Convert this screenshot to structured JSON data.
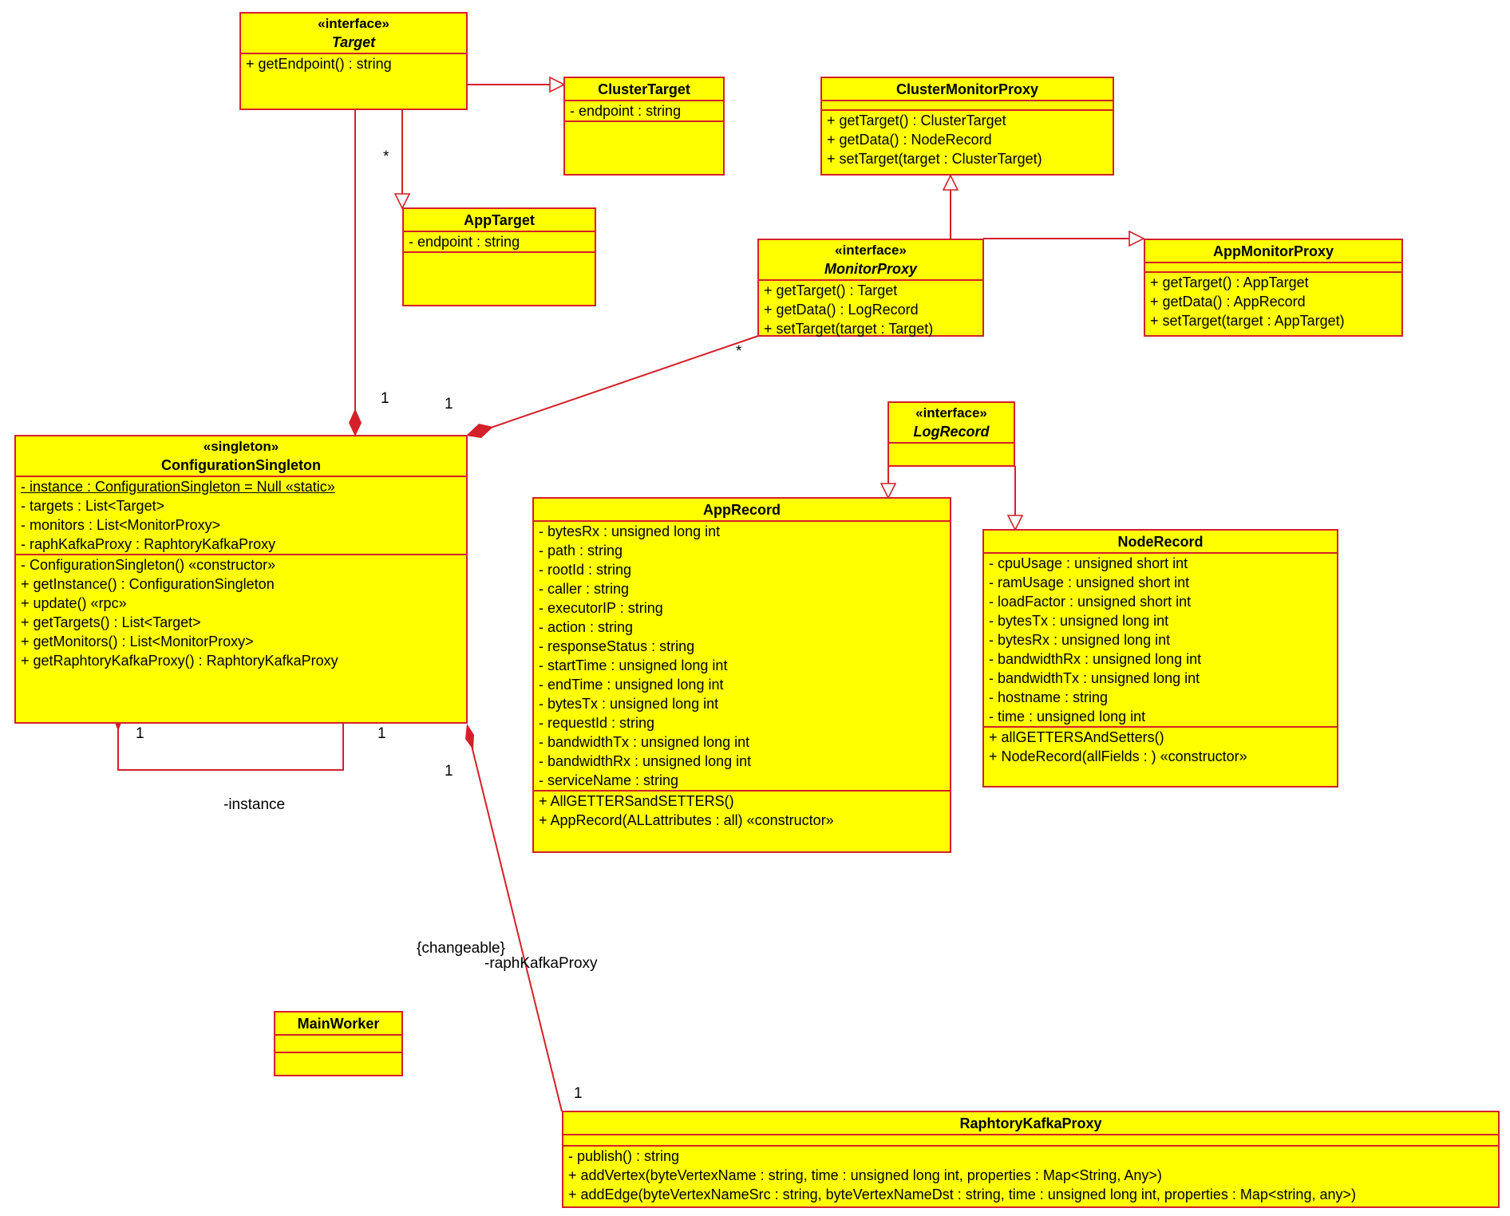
{
  "classes": {
    "target": {
      "stereotype": "«interface»",
      "name": "Target",
      "methods": [
        "+ getEndpoint() : string"
      ]
    },
    "cluster_target": {
      "name": "ClusterTarget",
      "attributes": [
        "- endpoint : string"
      ]
    },
    "app_target": {
      "name": "AppTarget",
      "attributes": [
        "- endpoint : string"
      ]
    },
    "cluster_monitor_proxy": {
      "name": "ClusterMonitorProxy",
      "methods": [
        "+ getTarget() : ClusterTarget",
        "+ getData() : NodeRecord",
        "+ setTarget(target : ClusterTarget)"
      ]
    },
    "monitor_proxy": {
      "stereotype": "«interface»",
      "name": "MonitorProxy",
      "methods": [
        "+ getTarget() : Target",
        "+ getData() : LogRecord",
        "+ setTarget(target : Target)"
      ]
    },
    "app_monitor_proxy": {
      "name": "AppMonitorProxy",
      "methods": [
        "+ getTarget() : AppTarget",
        "+ getData() : AppRecord",
        "+ setTarget(target : AppTarget)"
      ]
    },
    "configuration_singleton": {
      "stereotype": "«singleton»",
      "name": "ConfigurationSingleton",
      "attributes": [
        "- instance : ConfigurationSingleton = Null «static»",
        "- targets : List<Target>",
        "- monitors : List<MonitorProxy>",
        "- raphKafkaProxy : RaphtoryKafkaProxy"
      ],
      "methods": [
        "- ConfigurationSingleton() «constructor»",
        "+ getInstance() : ConfigurationSingleton",
        "+ update() «rpc»",
        "+ getTargets() : List<Target>",
        "+ getMonitors() : List<MonitorProxy>",
        "+ getRaphtoryKafkaProxy() : RaphtoryKafkaProxy"
      ]
    },
    "log_record": {
      "stereotype": "«interface»",
      "name": "LogRecord"
    },
    "app_record": {
      "name": "AppRecord",
      "attributes": [
        "- bytesRx : unsigned long int",
        "- path : string",
        "- rootId : string",
        "- caller : string",
        "- executorIP : string",
        "- action : string",
        "- responseStatus : string",
        "- startTime : unsigned long int",
        "- endTime : unsigned long int",
        "- bytesTx : unsigned long int",
        "- requestId : string",
        "- bandwidthTx : unsigned long int",
        "- bandwidthRx : unsigned long int",
        "- serviceName : string"
      ],
      "methods": [
        "+ AllGETTERSandSETTERS()",
        "+ AppRecord(ALLattributes : all) «constructor»"
      ]
    },
    "node_record": {
      "name": "NodeRecord",
      "attributes": [
        "- cpuUsage : unsigned short int",
        "- ramUsage : unsigned short int",
        "- loadFactor : unsigned short int",
        "- bytesTx : unsigned long int",
        "- bytesRx : unsigned long int",
        "- bandwidthRx : unsigned long int",
        "- bandwidthTx : unsigned long int",
        "- hostname : string",
        "- time : unsigned long int"
      ],
      "methods": [
        "+ allGETTERSAndSetters()",
        "+ NodeRecord(allFields : ) «constructor»"
      ]
    },
    "main_worker": {
      "name": "MainWorker"
    },
    "raphtory_kafka_proxy": {
      "name": "RaphtoryKafkaProxy",
      "methods": [
        "- publish() : string",
        "+ addVertex(byteVertexName : string, time : unsigned long int, properties : Map<String, Any>)",
        "+ addEdge(byteVertexNameSrc : string, byteVertexNameDst : string, time : unsigned long int, properties : Map<string, any>)"
      ]
    }
  },
  "labels": {
    "target_app_mult": "*",
    "target_config_mult": "1",
    "monitor_config_mult_target": "*",
    "monitor_config_mult_source": "1",
    "self_mult_left": "1",
    "self_mult_right": "1",
    "self_role": "-instance",
    "kafka_mult_source": "1",
    "kafka_mult_target": "1",
    "kafka_constraint": "{changeable}",
    "kafka_role": "-raphKafkaProxy"
  },
  "colors": {
    "fill": "#ffff00",
    "stroke": "#d4202a",
    "text": "#000000"
  }
}
